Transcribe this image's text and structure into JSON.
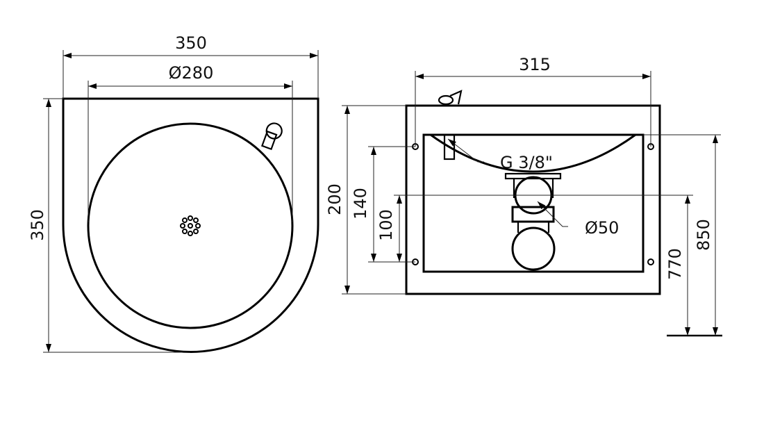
{
  "top_view": {
    "overall_width": "350",
    "bowl_diameter": "Ø280",
    "overall_depth": "350"
  },
  "front_view": {
    "width": "315",
    "height": "200",
    "fixing_vertical_spacing": "140",
    "waste_height": "100",
    "waste_height_from_floor": "770",
    "rim_height_from_floor": "850",
    "inlet_thread": "G 3/8\"",
    "waste_diameter": "Ø50"
  }
}
